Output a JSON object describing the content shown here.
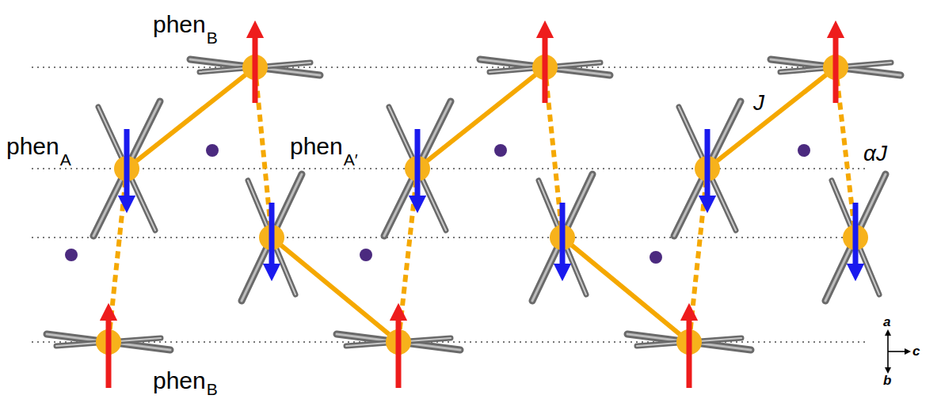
{
  "diagram": {
    "labels": [
      "phen",
      "B",
      "phen",
      "A",
      "phen",
      "A′",
      "J",
      "αJ",
      "phen",
      "B",
      "a",
      "c",
      "b"
    ]
  }
}
